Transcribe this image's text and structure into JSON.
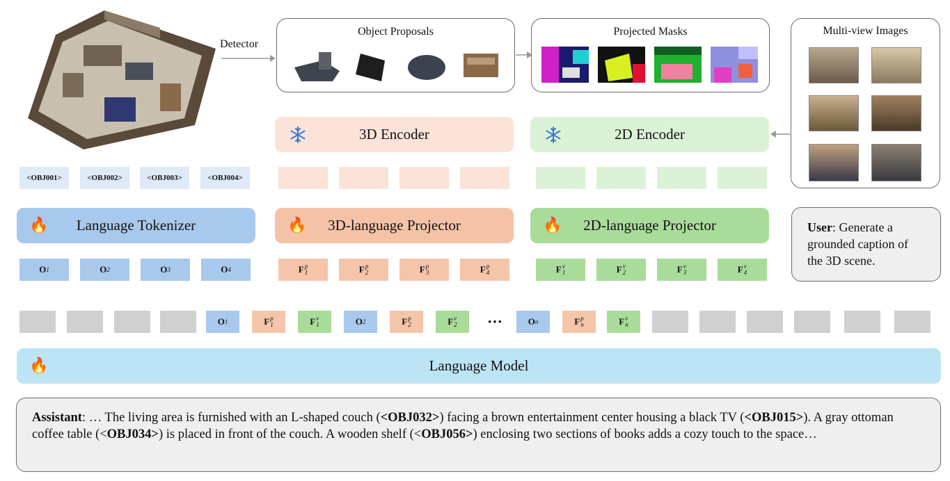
{
  "detector_label": "Detector",
  "object_proposals_title": "Object Proposals",
  "projected_masks_title": "Projected Masks",
  "multiview_title": "Multi-view Images",
  "encoder_3d_label": "3D Encoder",
  "encoder_2d_label": "2D Encoder",
  "obj_tokens": [
    "<OBJ001>",
    "<OBJ002>",
    "<OBJ003>",
    "<OBJ004>"
  ],
  "tokenizer_label": "Language Tokenizer",
  "projector_3d_label": "3D-language Projector",
  "projector_2d_label": "2D-language Projector",
  "user_prompt": {
    "speaker": "User",
    "text": ": Generate a grounded caption of the 3D scene."
  },
  "o_tokens": [
    {
      "base": "O",
      "sub": "1"
    },
    {
      "base": "O",
      "sub": "2"
    },
    {
      "base": "O",
      "sub": "3"
    },
    {
      "base": "O",
      "sub": "4"
    }
  ],
  "fp_tokens": [
    {
      "base": "F",
      "sup": "p",
      "sub": "1"
    },
    {
      "base": "F",
      "sup": "p",
      "sub": "2"
    },
    {
      "base": "F",
      "sup": "p",
      "sub": "3"
    },
    {
      "base": "F",
      "sup": "p",
      "sub": "4"
    }
  ],
  "fv_tokens": [
    {
      "base": "F",
      "sup": "v",
      "sub": "1"
    },
    {
      "base": "F",
      "sup": "v",
      "sub": "2"
    },
    {
      "base": "F",
      "sup": "v",
      "sub": "3"
    },
    {
      "base": "F",
      "sup": "v",
      "sub": "4"
    }
  ],
  "sequence_tokens": [
    {
      "kind": "gray"
    },
    {
      "kind": "gray"
    },
    {
      "kind": "gray"
    },
    {
      "kind": "gray"
    },
    {
      "kind": "o",
      "base": "O",
      "sub": "1"
    },
    {
      "kind": "p",
      "base": "F",
      "sup": "p",
      "sub": "1"
    },
    {
      "kind": "v",
      "base": "F",
      "sup": "v",
      "sub": "1"
    },
    {
      "kind": "o",
      "base": "O",
      "sub": "2"
    },
    {
      "kind": "p",
      "base": "F",
      "sup": "p",
      "sub": "2"
    },
    {
      "kind": "v",
      "base": "F",
      "sup": "v",
      "sub": "2"
    },
    {
      "kind": "ellipsis",
      "text": "···"
    },
    {
      "kind": "o",
      "base": "O",
      "sub": "n"
    },
    {
      "kind": "p",
      "base": "F",
      "sup": "p",
      "sub": "n"
    },
    {
      "kind": "v",
      "base": "F",
      "sup": "v",
      "sub": "n"
    },
    {
      "kind": "gray"
    },
    {
      "kind": "gray"
    },
    {
      "kind": "gray"
    },
    {
      "kind": "gray"
    },
    {
      "kind": "gray"
    },
    {
      "kind": "gray"
    }
  ],
  "language_model_label": "Language Model",
  "assistant": {
    "speaker": "Assistant",
    "segments": [
      {
        "t": ": … The living area is furnished with an L-shaped couch (",
        "b": false
      },
      {
        "t": "<OBJ032>",
        "b": true
      },
      {
        "t": ") facing a brown entertainment center housing a black TV (",
        "b": false
      },
      {
        "t": "<OBJ015>",
        "b": true
      },
      {
        "t": "). A gray ottoman coffee table (<",
        "b": false
      },
      {
        "t": "OBJ034>",
        "b": true
      },
      {
        "t": ") is placed in front of the couch. A wooden shelf (<",
        "b": false
      },
      {
        "t": "OBJ056>",
        "b": true
      },
      {
        "t": ") enclosing two sections of books adds a cozy touch to the space…",
        "b": false
      }
    ]
  },
  "icons": {
    "frozen": "snowflake-icon",
    "trainable": "fire-icon"
  },
  "colors": {
    "encoder_3d": "#fbe3d8",
    "encoder_2d": "#dcf2d6",
    "projector_3d": "#f4c3a7",
    "projector_2d": "#a9dc9a",
    "tokenizer": "#a8c9ec",
    "language_model": "#bde4f4",
    "filler_token": "#d0d0d0"
  }
}
